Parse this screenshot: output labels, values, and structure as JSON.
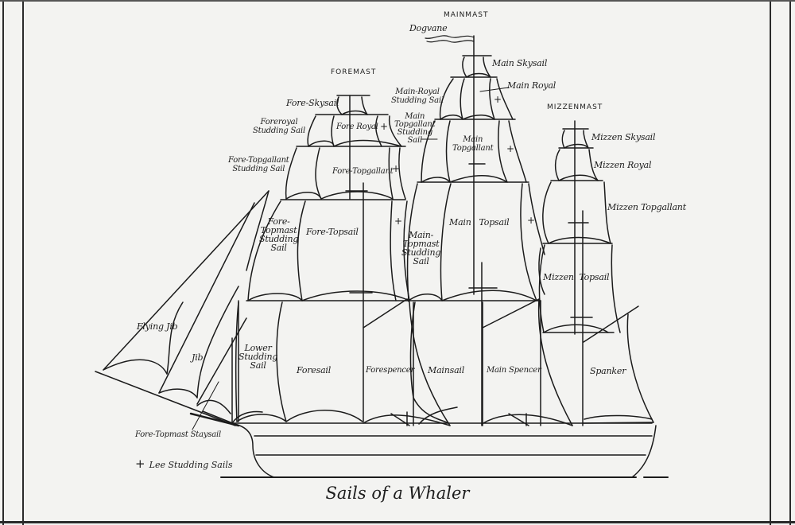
{
  "title": "Sails of a Whaler",
  "masts": {
    "foremast": "FOREMAST",
    "mainmast": "MAINMAST",
    "mizzenmast": "MIZZENMAST"
  },
  "labels": {
    "dogvane": "Dogvane",
    "fore_skysail": "Fore-Skysail",
    "foreroyal_studding_sail": "Foreroyal\nStudding Sail",
    "fore_royal": "Fore Royal",
    "fore_topgallant_studding_sail": "Fore-Topgallant\nStudding Sail",
    "fore_topgallant": "Fore-Topgallant",
    "fore_topmast_studding_sail": "Fore-\nTopmast\nStudding\nSail",
    "fore_topsail": "Fore-Topsail",
    "main_skysail": "Main Skysail",
    "main_royal": "Main Royal",
    "main_royal_studding_sail": "Main-Royal\nStudding Sail",
    "main_topgallant_studding_sail": "Main\nTopgallant\nStudding\nSail",
    "main_topgallant": "Main\nTopgallant",
    "main_topmast_studding_sail": "Main-\nTopmast\nStudding\nSail",
    "main_topsail": "Main   Topsail",
    "mizzen_skysail": "Mizzen Skysail",
    "mizzen_royal": "Mizzen Royal",
    "mizzen_topgallant": "Mizzen Topgallant",
    "mizzen_topsail": "Mizzen  Topsail",
    "flying_jib": "Flying Jib",
    "jib": "Jib",
    "lower_studding_sail": "Lower\nStudding\nSail",
    "foresail": "Foresail",
    "forespencer": "Forespencer",
    "mainsail": "Mainsail",
    "main_spencer": "Main Spencer",
    "spanker": "Spanker",
    "fore_topmast_staysail": "Fore-Topmast Staysail"
  },
  "legend": {
    "symbol": "+",
    "text": "Lee Studding Sails"
  }
}
